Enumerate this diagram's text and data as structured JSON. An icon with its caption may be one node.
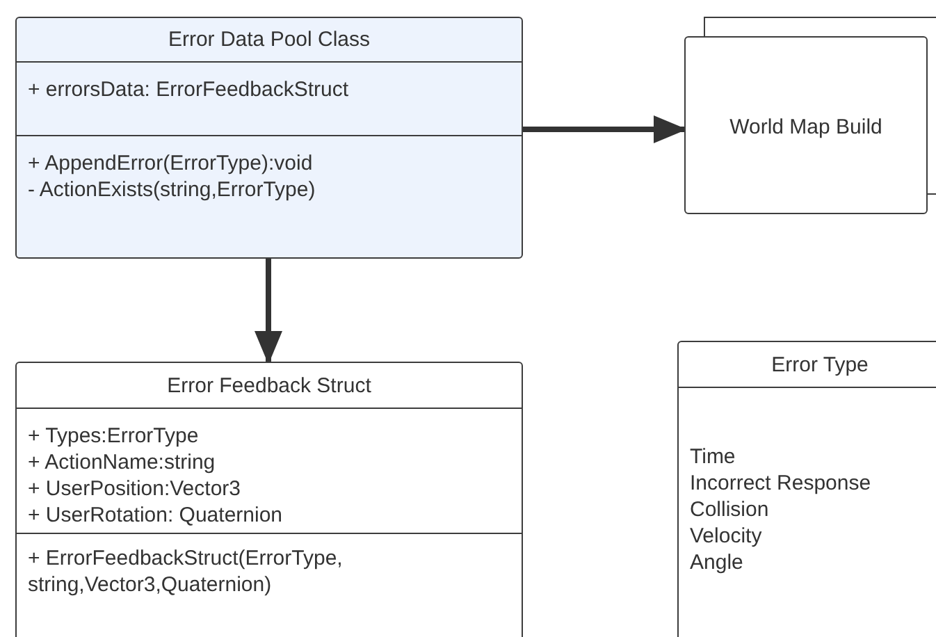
{
  "diagram": {
    "nodes": [
      {
        "text": [
          "Error Data Pool Class",
          "+ errorsData: ErrorFeedbackStruct",
          "+ AppendError(ErrorType):void",
          "- ActionExists(string,ErrorType)"
        ]
      },
      {
        "text": [
          "World Map Build"
        ]
      },
      {
        "text": [
          "Error Feedback Struct",
          "+ Types:ErrorType",
          "+ ActionName:string",
          "+ UserPosition:Vector3",
          "+ UserRotation: Quaternion",
          "+ ErrorFeedbackStruct(ErrorType, string,Vector3,Quaternion)"
        ]
      },
      {
        "text": [
          "Error Type",
          "Time",
          "Incorrect Response",
          "Collision",
          "Velocity",
          "Angle"
        ]
      }
    ],
    "edges": [
      {
        "from": 0,
        "to": 1,
        "arrow": "to"
      },
      {
        "from": 0,
        "to": 2,
        "arrow": "to"
      }
    ]
  }
}
